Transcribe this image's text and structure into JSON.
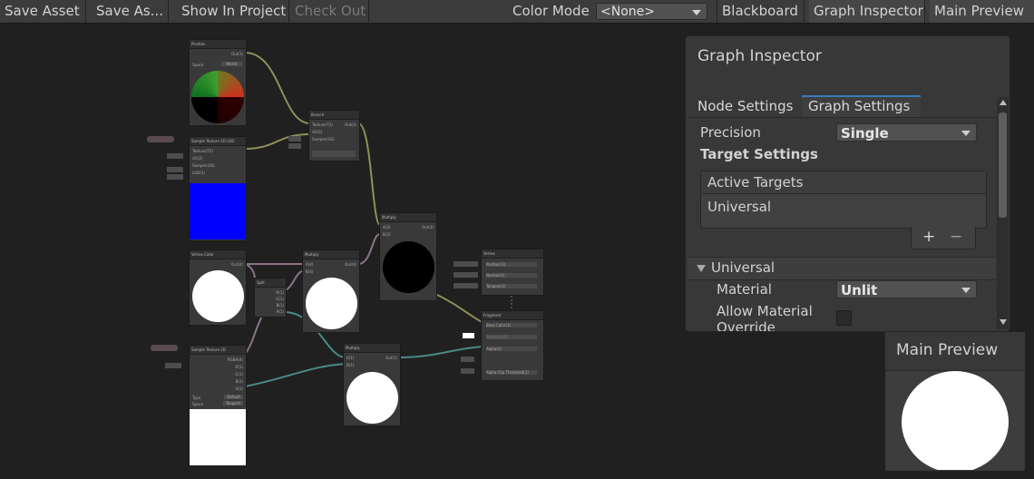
{
  "toolbar": {
    "save_asset": "Save Asset",
    "save_as": "Save As...",
    "show_in_project": "Show In Project",
    "check_out": "Check Out",
    "color_mode_label": "Color Mode",
    "color_mode_value": "<None>",
    "blackboard": "Blackboard",
    "graph_inspector": "Graph Inspector",
    "main_preview": "Main Preview"
  },
  "graph_inspector": {
    "title": "Graph Inspector",
    "tabs": [
      {
        "label": "Node Settings"
      },
      {
        "label": "Graph Settings"
      }
    ],
    "precision_label": "Precision",
    "precision_value": "Single",
    "target_settings_label": "Target Settings",
    "active_targets_header": "Active Targets",
    "active_targets": [
      "Universal"
    ],
    "add_symbol": "+",
    "remove_symbol": "−",
    "section_universal": "Universal",
    "material_label": "Material",
    "material_value": "Unlit",
    "allow_override_label_1": "Allow Material",
    "allow_override_label_2": "Override",
    "allow_override_checked": false
  },
  "main_preview": {
    "title": "Main Preview"
  },
  "graph_nodes": {
    "position": {
      "title": "Position",
      "space_label": "Space",
      "space_value": "World",
      "out": "Out(3)"
    },
    "sample_tex_top": {
      "title": "Sample Texture 2D LOD",
      "ports": [
        "Texture(T2)",
        "UV(2)",
        "Sampler(SS)",
        "LOD(1)"
      ]
    },
    "branch_top": {
      "title": "Branch",
      "ports": [
        "Texture(T2)",
        "UV(2)",
        "Sampler(SS)"
      ],
      "out": "Out(3)"
    },
    "vertex_color": {
      "title": "Vertex Color",
      "out": "Out(4)"
    },
    "split": {
      "title": "Split",
      "ports": [
        "R(1)",
        "G(1)",
        "B(1)",
        "A(1)"
      ]
    },
    "multiply_mid": {
      "title": "Multiply",
      "ports": [
        "A(4)",
        "B(4)"
      ],
      "out": "Out(4)"
    },
    "multiply_right": {
      "title": "Multiply",
      "ports": [
        "A(3)",
        "B(3)"
      ],
      "out": "Out(3)"
    },
    "sample_tex_bottom": {
      "title": "Sample Texture 2D",
      "ports": [
        "RGBA(4)",
        "R(1)",
        "G(1)",
        "B(1)",
        "A(1)"
      ],
      "type_label": "Type",
      "type_value": "Default",
      "space_label": "Space",
      "space_value": "Tangent"
    },
    "multiply_bottom": {
      "title": "Multiply",
      "ports": [
        "A(1)",
        "B(1)"
      ],
      "out": "Out(1)"
    },
    "vertex": {
      "title": "Vertex",
      "ports": [
        "Position(3)",
        "Normal(3)",
        "Tangent(3)"
      ]
    },
    "fragment": {
      "title": "Fragment",
      "ports": [
        "Base Color(3)",
        "Emission(3)",
        "Alpha(1)",
        "Alpha Clip Threshold(1)"
      ]
    }
  },
  "colors": {
    "background": "#202020",
    "accent": "#3a79bb",
    "wire_yellow": "#8f8f5a",
    "wire_teal": "#4a8a86",
    "wire_purple": "#8a7388"
  }
}
